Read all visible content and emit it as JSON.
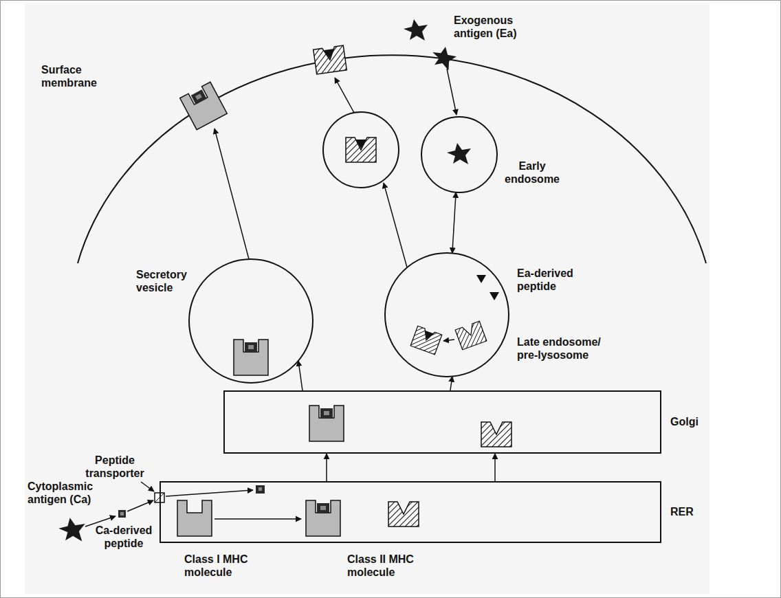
{
  "diagram": {
    "nodes": [
      {
        "text": [
          "Secretory vesicle"
        ]
      },
      {
        "text": [
          "Early endosome"
        ]
      },
      {
        "text": [
          "Late endosome/ pre-lysosome"
        ]
      },
      {
        "text": [
          "Golgi"
        ]
      },
      {
        "text": [
          "RER"
        ]
      }
    ],
    "edges": [
      {
        "from": 3,
        "to": 0,
        "arrow": "to"
      },
      {
        "from": 1,
        "to": 2,
        "arrow": "both"
      },
      {
        "from": 3,
        "to": 2,
        "arrow": "to"
      },
      {
        "from": 4,
        "to": 3,
        "arrow": "to"
      },
      {
        "from": 4,
        "to": 3,
        "arrow": "to"
      }
    ],
    "labels": [
      "Exogenous antigen (Ea)",
      "Surface membrane",
      "Ea-derived peptide",
      "Peptide transporter",
      "Cytoplasmic antigen (Ca)",
      "Ca-derived peptide",
      "Class I MHC molecule",
      "Class II MHC molecule"
    ]
  }
}
